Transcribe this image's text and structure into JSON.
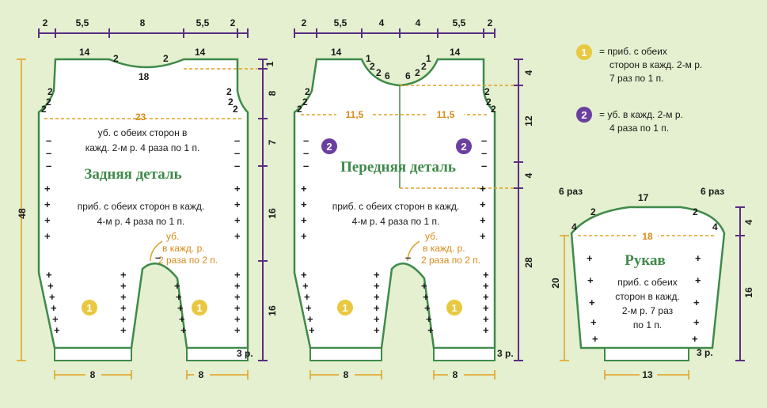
{
  "colors": {
    "background": "#e4f0cf",
    "piece_fill": "#ffffff",
    "piece_outline": "#3f8a4a",
    "measure_line": "#5a2d82",
    "dashed_guide": "#e0a020",
    "badge1": "#e8c840",
    "badge2": "#6a3fa0",
    "accent_text": "#d98a1a"
  },
  "back": {
    "top_dims": [
      "2",
      "5,5",
      "8",
      "5,5",
      "2"
    ],
    "left_dim": "48",
    "right_dims": [
      "1",
      "8",
      "7",
      "16",
      "16"
    ],
    "neck_top_left": "14",
    "neck_top_right": "14",
    "neck_small_left": "2",
    "neck_small_right": "2",
    "neck_width": "18",
    "armhole_marks": [
      "2",
      "2",
      "2",
      "2",
      "2",
      "2"
    ],
    "chest_width": "23",
    "decrease_note": "уб. с обеих сторон в кажд. 2-м р. 4 раза по 1 п.",
    "title": "Задняя деталь",
    "increase_note": "приб. с обеих сторон в кажд. 4-м р. 4 раза по 1 п.",
    "crotch_note": "уб. в кажд. р. 2 раза по 2 п.",
    "cuff_rows": "3 р.",
    "leg_widths": [
      "8",
      "8"
    ],
    "badge_labels": [
      "1",
      "1"
    ]
  },
  "front": {
    "top_dims": [
      "2",
      "5,5",
      "4",
      "4",
      "5,5",
      "2"
    ],
    "right_dims": [
      "4",
      "12",
      "4",
      "28"
    ],
    "neck_top_left": "14",
    "neck_top_right": "14",
    "neck_marks_left": [
      "1",
      "2",
      "2",
      "6"
    ],
    "neck_marks_right": [
      "6",
      "2",
      "2",
      "1"
    ],
    "armhole_marks": [
      "2",
      "2",
      "2",
      "2",
      "2",
      "2"
    ],
    "half_widths": [
      "11,5",
      "11,5"
    ],
    "title": "Передняя деталь",
    "increase_note": "приб. с обеих сторон в кажд. 4-м р. 4 раза по 1 п.",
    "crotch_note": "уб. в кажд. р. 2 раза по 2 п.",
    "cuff_rows": "3 р.",
    "leg_widths": [
      "8",
      "8"
    ],
    "badge_labels": [
      "2",
      "2",
      "1",
      "1"
    ]
  },
  "sleeve": {
    "top_width": "17",
    "cap_repeat_left": "6 раз",
    "cap_repeat_right": "6 раз",
    "cap_step_left": "2",
    "cap_step_right": "2",
    "cap_side_left": "4",
    "cap_side_right": "4",
    "width": "18",
    "title": "Рукав",
    "increase_note": "приб. с обеих сторон в кажд. 2-м р. 7 раз по 1 п.",
    "left_dim": "20",
    "right_dims": [
      "4",
      "16"
    ],
    "cuff_rows": "3 р.",
    "cuff_width": "13"
  },
  "legend": [
    {
      "badge": "1",
      "text": "= приб. с обеих сторон в кажд. 2-м р. 7 раз по 1 п."
    },
    {
      "badge": "2",
      "text": "= уб. в кажд. 2-м р. 4 раза по 1 п."
    }
  ]
}
